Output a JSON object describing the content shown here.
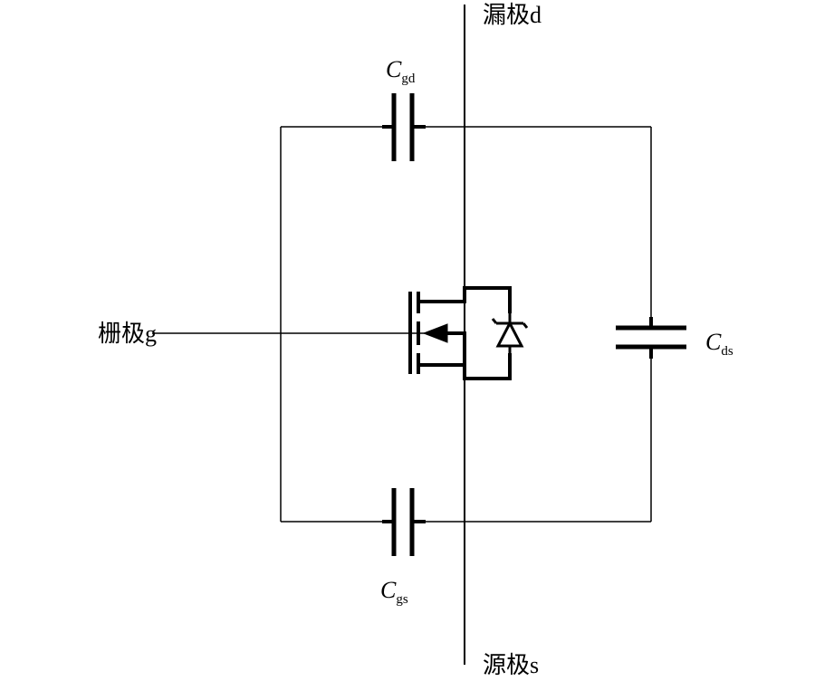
{
  "labels": {
    "drain": "漏极d",
    "source": "源极s",
    "gate": "栅极g"
  },
  "capacitors": {
    "gd": {
      "symbol": "C",
      "subscript": "gd"
    },
    "gs": {
      "symbol": "C",
      "subscript": "gs"
    },
    "ds": {
      "symbol": "C",
      "subscript": "ds"
    }
  },
  "colors": {
    "line": "#000000",
    "background": "#ffffff"
  }
}
